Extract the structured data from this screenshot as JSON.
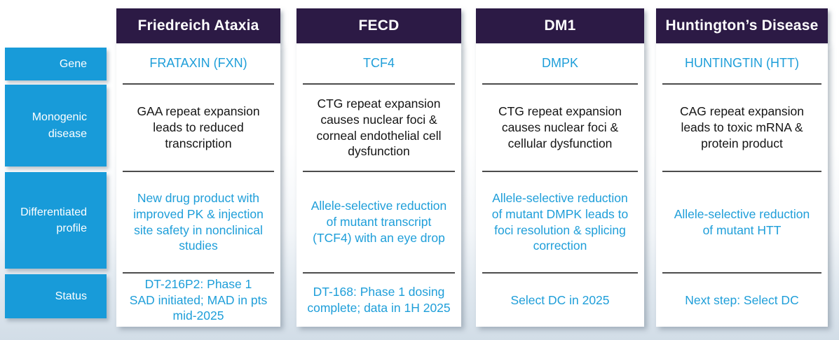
{
  "colors": {
    "sidebar_blue": "#189bd9",
    "header_purple": "#2c1a45",
    "cell_text_blue": "#1e9ed9",
    "cell_text_dark": "#141414",
    "divider_gray": "#4c4c4c",
    "background_bottom": "#d2dde7"
  },
  "row_labels": [
    "Gene",
    "Monogenic\ndisease",
    "Differentiated\nprofile",
    "Status"
  ],
  "columns": [
    {
      "title": "Friedreich Ataxia",
      "gene": "FRATAXIN (FXN)",
      "monogenic_disease": "GAA repeat expansion\nleads to reduced\ntranscription",
      "differentiated_profile": "New drug product with\nimproved PK & injection\nsite safety in nonclinical\nstudies",
      "status": "DT-216P2: Phase 1\nSAD initiated; MAD in pts\nmid-2025"
    },
    {
      "title": "FECD",
      "gene": "TCF4",
      "monogenic_disease": "CTG repeat expansion\ncauses nuclear foci &\ncorneal endothelial cell\ndysfunction",
      "differentiated_profile": "Allele-selective reduction\nof mutant transcript\n(TCF4) with an eye drop",
      "status": "DT-168: Phase 1 dosing\ncomplete; data in 1H 2025"
    },
    {
      "title": "DM1",
      "gene": "DMPK",
      "monogenic_disease": "CTG repeat expansion\ncauses nuclear foci &\ncellular dysfunction",
      "differentiated_profile": "Allele-selective reduction\nof mutant DMPK leads to\nfoci resolution & splicing\ncorrection",
      "status": "Select DC in 2025"
    },
    {
      "title": "Huntington’s Disease",
      "gene": "HUNTINGTIN (HTT)",
      "monogenic_disease": "CAG repeat expansion\nleads to toxic mRNA &\nprotein product",
      "differentiated_profile": "Allele-selective reduction\nof mutant HTT",
      "status": "Next step: Select DC"
    }
  ]
}
